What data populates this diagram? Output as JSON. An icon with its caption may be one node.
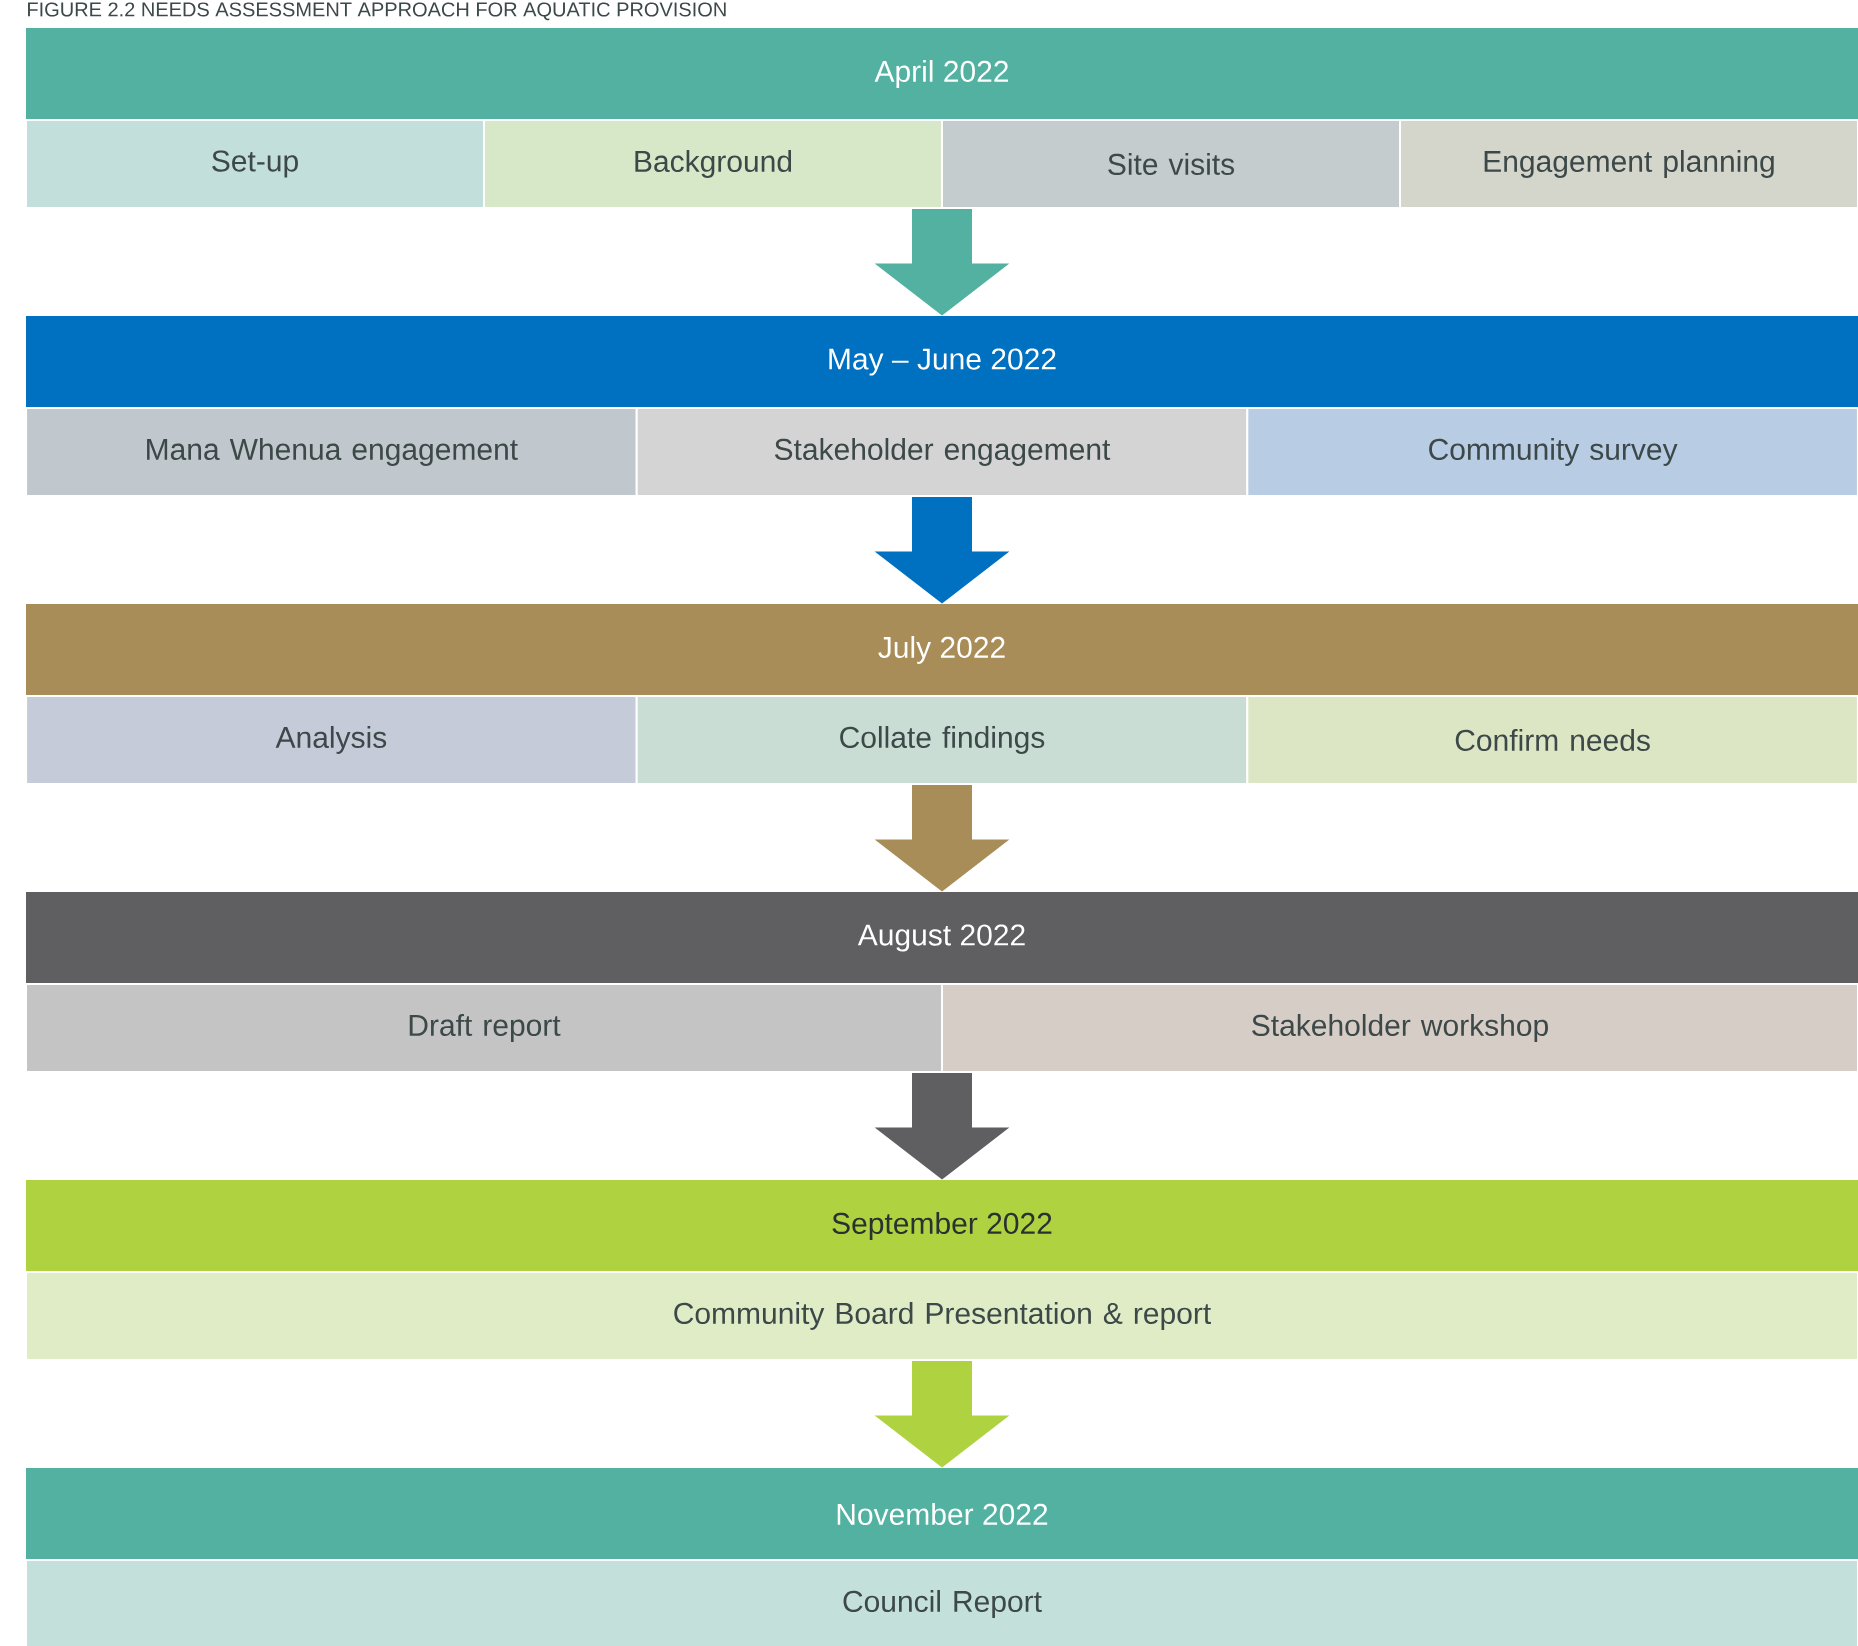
{
  "diagram": {
    "title": "FIGURE 2.2 NEEDS ASSESSMENT APPROACH FOR AQUATIC PROVISION",
    "nodes": [
      {
        "text": [
          "April 2022"
        ]
      },
      {
        "text": [
          "Set-up"
        ]
      },
      {
        "text": [
          "Background"
        ]
      },
      {
        "text": [
          "Site visits"
        ]
      },
      {
        "text": [
          "Engagement planning"
        ]
      },
      {
        "text": [
          "May – June 2022"
        ]
      },
      {
        "text": [
          "Mana Whenua engagement"
        ]
      },
      {
        "text": [
          "Stakeholder engagement"
        ]
      },
      {
        "text": [
          "Community survey"
        ]
      },
      {
        "text": [
          "July 2022"
        ]
      },
      {
        "text": [
          "Analysis"
        ]
      },
      {
        "text": [
          "Collate findings"
        ]
      },
      {
        "text": [
          "Confirm needs"
        ]
      },
      {
        "text": [
          "August 2022"
        ]
      },
      {
        "text": [
          "Draft report"
        ]
      },
      {
        "text": [
          "Stakeholder workshop"
        ]
      },
      {
        "text": [
          "September 2022"
        ]
      },
      {
        "text": [
          "Community Board Presentation & report"
        ]
      },
      {
        "text": [
          "November 2022"
        ]
      },
      {
        "text": [
          "Council Report"
        ]
      }
    ],
    "edges": [
      {
        "from": 2,
        "to": 5,
        "arrow": "to",
        "color": "#53b1a1"
      },
      {
        "from": 7,
        "to": 9,
        "arrow": "to",
        "color": "#0070c0"
      },
      {
        "from": 11,
        "to": 13,
        "arrow": "to",
        "color": "#a88d59"
      },
      {
        "from": 14,
        "to": 16,
        "arrow": "to",
        "color": "#5f5f61"
      },
      {
        "from": 17,
        "to": 18,
        "arrow": "to",
        "color": "#afd340"
      }
    ]
  }
}
